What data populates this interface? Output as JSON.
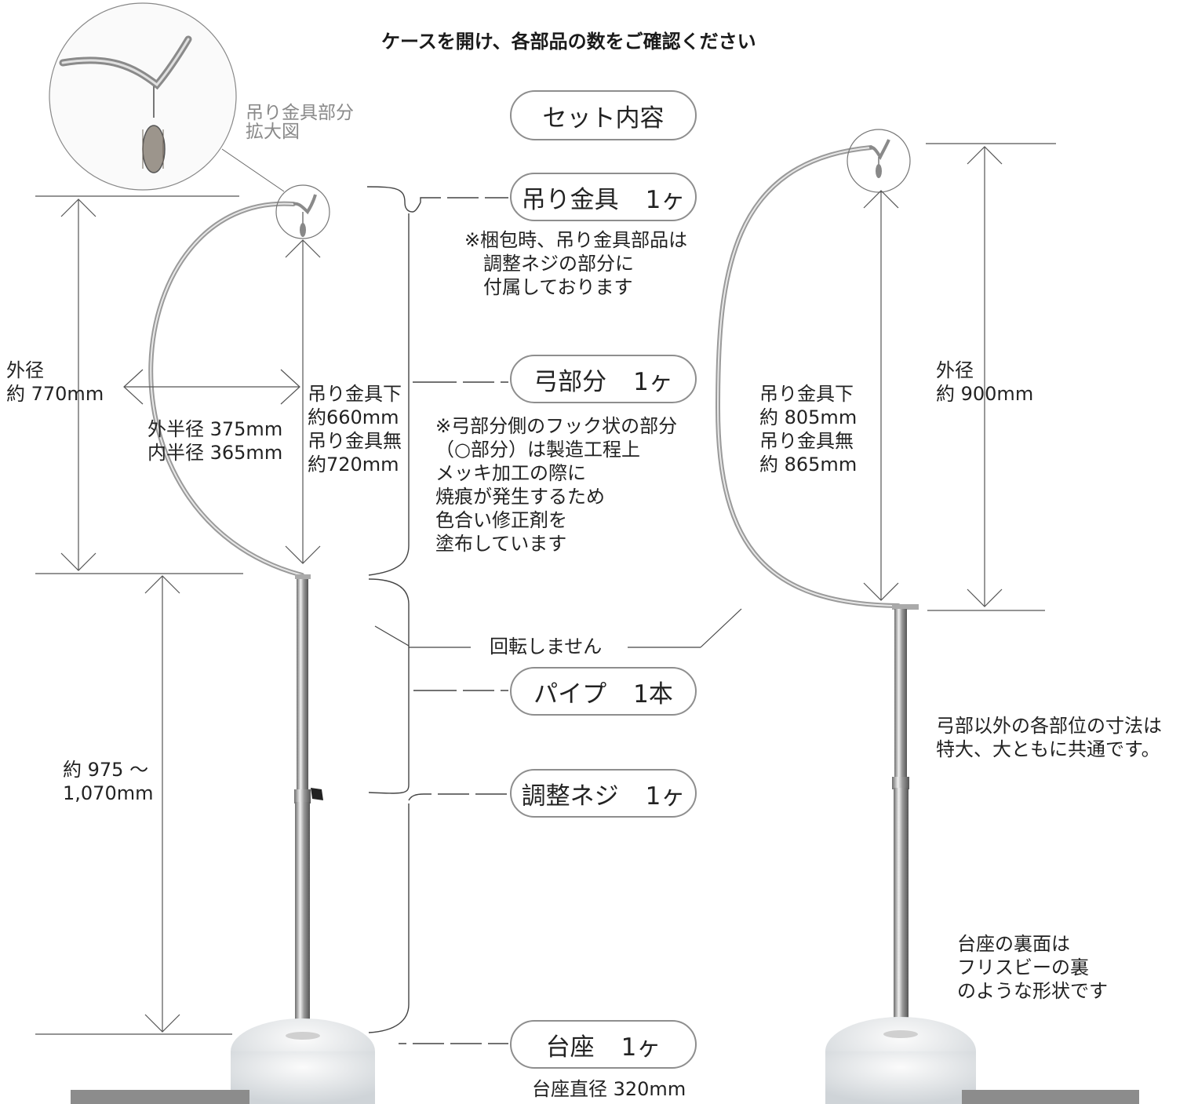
{
  "title": "ケースを開け、各部品の数をご確認ください",
  "magnifier_caption": "吊り金具部分\n拡大図",
  "set_contents_label": "セット内容",
  "parts": [
    {
      "name": "吊り金具",
      "count": "1ヶ"
    },
    {
      "name": "弓部分",
      "count": "1ヶ"
    },
    {
      "name": "パイプ",
      "count": "1本"
    },
    {
      "name": "調整ネジ",
      "count": "1ヶ"
    },
    {
      "name": "台座",
      "count": "1ヶ"
    }
  ],
  "hook_note": "※梱包時、吊り金具部品は\n　調整ネジの部分に\n　付属しております",
  "bow_note": "※弓部分側のフック状の部分\n（○部分）は製造工程上\nメッキ加工の際に\n焼痕が発生するため\n色合い修正剤を\n塗布しています",
  "rotation_note": "回転しません",
  "base_diameter": "台座直径 320mm",
  "left": {
    "outer_diameter": "外径\n約 770mm",
    "radius": "外半径 375mm\n内半径 365mm",
    "hook_length": "吊り金具下\n約660mm\n吊り金具無\n約720mm",
    "stand_height": "約 975 ～\n1,070mm"
  },
  "right": {
    "hook_length": "吊り金具下\n約 805mm\n吊り金具無\n約 865mm",
    "outer_diameter": "外径\n約 900mm"
  },
  "common_dims_note": "弓部以外の各部位の寸法は\n特大、大ともに共通です。",
  "base_underside_note": "台座の裏面は\nフリスビーの裏\nのような形状です",
  "colors": {
    "text": "#222222",
    "caption_gray": "#8a8a8a",
    "pill_border": "#8e8e8e",
    "badge": "#8c8c8c"
  }
}
